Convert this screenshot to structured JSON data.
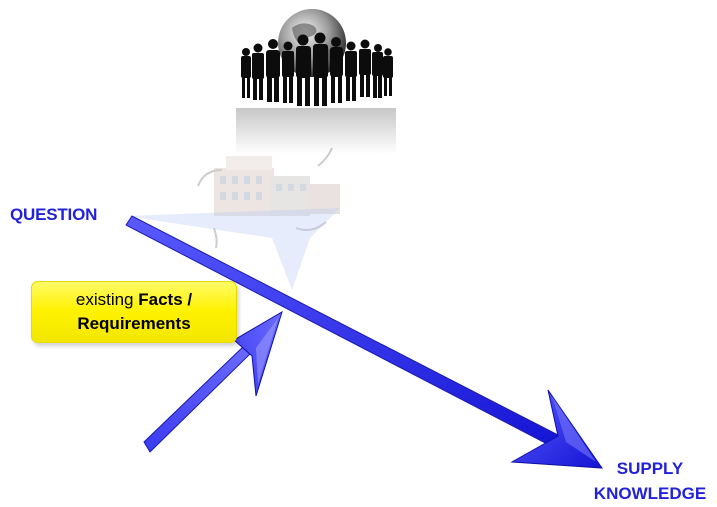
{
  "labels": {
    "question": "QUESTION",
    "facts_prefix": "existing",
    "facts_bold": "Facts /",
    "facts_line2": "Requirements",
    "supply_line1": "SUPPLY",
    "supply_line2": "KNOWLEDGE"
  },
  "colors": {
    "arrow_blue": "#2424e6",
    "label_blue": "#2222d8",
    "note_yellow": "#fff200"
  },
  "icons": {
    "people": "business-people-globe-icon",
    "buildings": "office-buildings-icon"
  }
}
